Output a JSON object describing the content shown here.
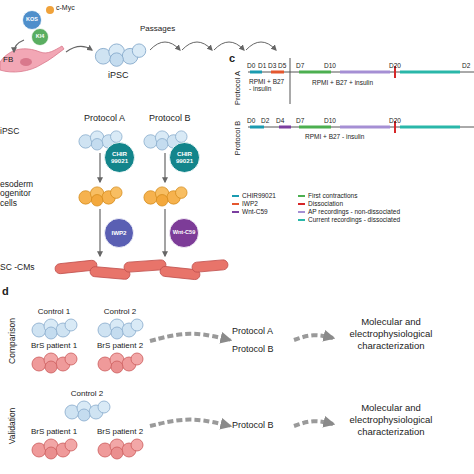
{
  "diagram": {
    "nodes": [
      {
        "text": [
          "KOS"
        ]
      },
      {
        "text": [
          "c-Myc"
        ]
      },
      {
        "text": [
          "Kl4"
        ]
      },
      {
        "text": [
          "CHIR 99021"
        ]
      },
      {
        "text": [
          "IWP2"
        ]
      },
      {
        "text": [
          "CHIR 99021"
        ]
      },
      {
        "text": [
          "Wnt-C59"
        ]
      },
      {
        "text": [
          "Comparison"
        ]
      },
      {
        "text": [
          "Control 1"
        ],
        "in": 7
      },
      {
        "text": [
          "Control 2"
        ],
        "in": 7
      },
      {
        "text": [
          "BrS patient 1"
        ],
        "in": 7
      },
      {
        "text": [
          "BrS patient 2"
        ],
        "in": 7
      },
      {
        "text": [
          "Protocol A",
          "Protocol B"
        ]
      },
      {
        "text": [
          "Molecular and electrophysiological characterization"
        ]
      },
      {
        "text": [
          "Validation"
        ]
      },
      {
        "text": [
          "Control 2"
        ],
        "in": 14
      },
      {
        "text": [
          "BrS patient 1"
        ],
        "in": 14
      },
      {
        "text": [
          "BrS patient 2"
        ],
        "in": 14
      },
      {
        "text": [
          "Protocol B"
        ]
      },
      {
        "text": [
          "Molecular and electrophysiological characterization"
        ]
      }
    ],
    "edges": [
      {
        "from": 7,
        "to": 12,
        "arrow": "to"
      },
      {
        "from": 12,
        "to": 13,
        "arrow": "to"
      },
      {
        "from": 14,
        "to": 18,
        "arrow": "to"
      },
      {
        "from": 18,
        "to": 19,
        "arrow": "to"
      }
    ],
    "labels": [
      "FB",
      "iPSC",
      "Passages",
      "iPSC",
      "Protocol A",
      "Protocol B",
      "esoderm ogenitor cells",
      "SC -CMs",
      "c",
      "Protocol A",
      "Protocol B",
      "D0",
      "D1",
      "D3",
      "D5",
      "D7",
      "D10",
      "D20",
      "D2",
      "RPMI + B27 + insulin",
      "RPMI + B27 - insulin",
      "D0",
      "D2",
      "D4",
      "D7",
      "D10",
      "D20",
      "RPMI + B27 - insulin",
      "d"
    ],
    "legend": [
      {
        "text": "CHIR99021",
        "color": "#1b9bb0"
      },
      {
        "text": "IWP2",
        "color": "#e4572e"
      },
      {
        "text": "Wnt-C59",
        "color": "#7b3fa0"
      },
      {
        "text": "First contractions",
        "color": "#4caf50"
      },
      {
        "text": "Dissociation",
        "color": "#d62728"
      },
      {
        "text": "AP recordings - non-dissociated",
        "color": "#a58fd4"
      },
      {
        "text": "Current recordings - dissociated",
        "color": "#2ab7a9"
      }
    ]
  }
}
